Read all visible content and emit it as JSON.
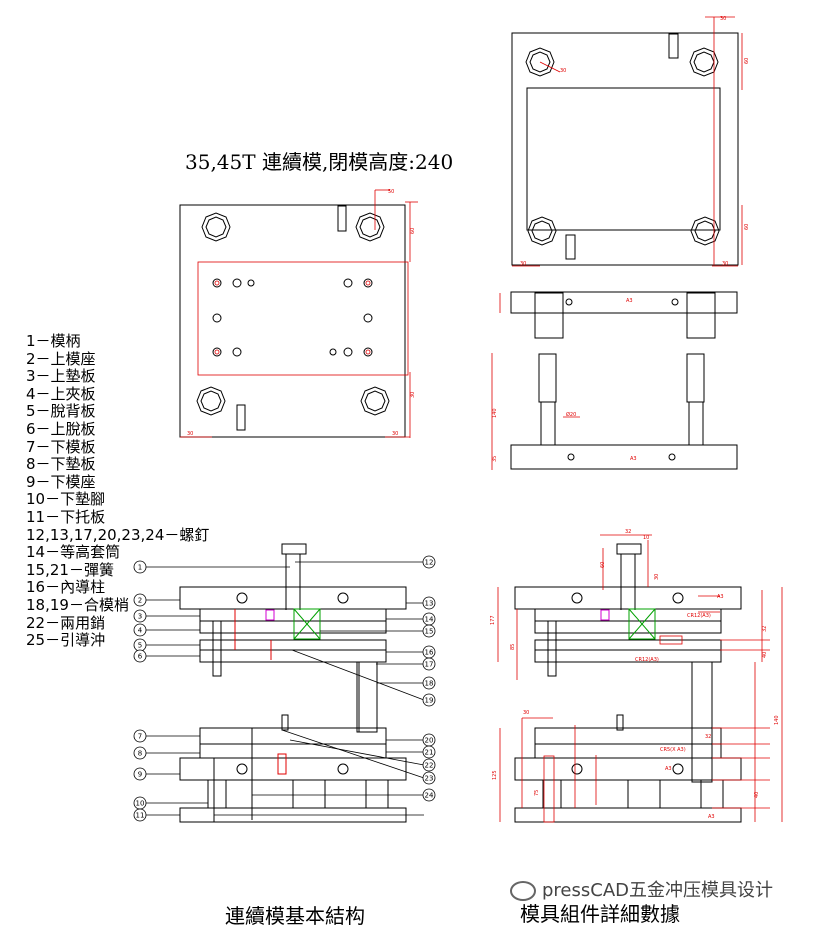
{
  "title": "35,45T 連續模,閉模高度:240",
  "legend": [
    "1－模柄",
    "2－上模座",
    "3－上墊板",
    "4－上夾板",
    "5－脫背板",
    "6－上脫板",
    "7－下模板",
    "8－下墊板",
    "9－下模座",
    "10－下墊腳",
    "11－下托板",
    "12,13,17,20,23,24－螺釘",
    "14－等高套筒",
    "15,21－彈簧",
    "16－內導柱",
    "18,19－合模梢",
    "22－兩用銷",
    "25－引導沖"
  ],
  "left_callouts": [
    "1",
    "2",
    "3",
    "4",
    "5",
    "6",
    "7",
    "8",
    "9",
    "10",
    "11"
  ],
  "right_callouts": [
    "12",
    "13",
    "14",
    "15",
    "16",
    "17",
    "18",
    "19",
    "20",
    "21",
    "22",
    "23",
    "24"
  ],
  "plate_top_dims": [
    "30",
    "30",
    "50",
    "60",
    "30"
  ],
  "plate_right_dims": [
    "30",
    "60",
    "30",
    "60",
    "30",
    "30"
  ],
  "guide_dims": [
    "A3",
    "A3",
    "Ø20",
    "140",
    "35"
  ],
  "detail_dims": [
    "30",
    "32",
    "10",
    "CR12(A3)",
    "CR12(A3)",
    "CR5(X A3)",
    "A3",
    "A3",
    "A3",
    "177",
    "85",
    "140",
    "125",
    "32",
    "40",
    "75",
    "60",
    "32",
    "40",
    "30"
  ],
  "caption_left": "連續模基本結构",
  "caption_right": "模具組件詳細數據",
  "watermark": "pressCAD五金冲压模具设计",
  "colors": {
    "line": "#000000",
    "dim": "#e00000",
    "green": "#00a000",
    "magenta": "#d000d0"
  }
}
